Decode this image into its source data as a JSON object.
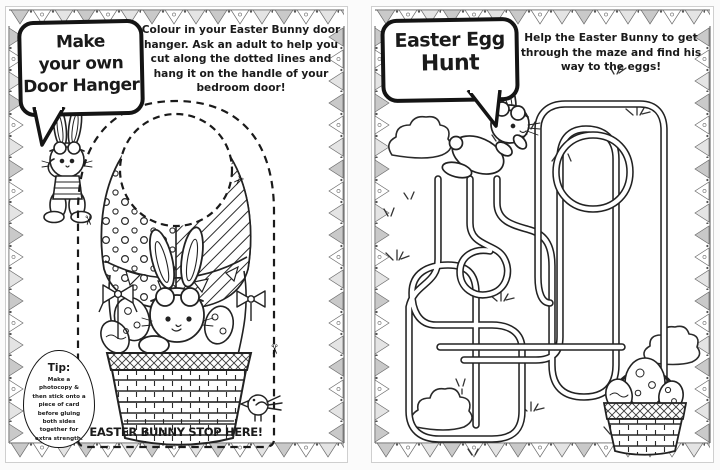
{
  "icons": {
    "scissors": "✂"
  },
  "left_page": {
    "title_lines": [
      "Make",
      "your own",
      "Door Hanger"
    ],
    "instructions": "Colour in your Easter Bunny door hanger. Ask an adult to help you cut along the dotted lines and hang it on the handle of your bedroom door!",
    "hanger_caption": "EASTER BUNNY STOP HERE!",
    "tip_heading": "Tip:",
    "tip_body": "Make a photocopy & then stick onto a piece of card before gluing both sides together for extra strength."
  },
  "right_page": {
    "title_lines": [
      "Easter Egg",
      "Hunt"
    ],
    "instructions": "Help the Easter Bunny to get through the maze and find his way to the eggs!"
  },
  "colors": {
    "ink": "#1a1a1a",
    "pennant_gray": "#c9c9c9",
    "pennant_light": "#e4e4e4",
    "paper": "#ffffff"
  }
}
